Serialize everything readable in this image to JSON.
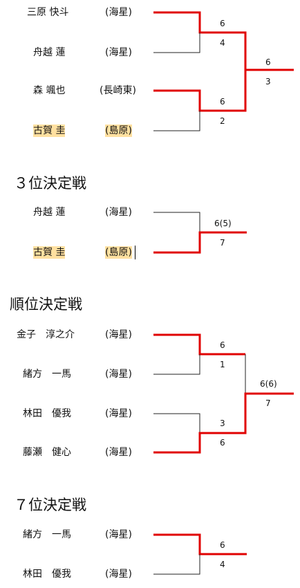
{
  "accent_color": "#e00000",
  "highlight_color": "#ffe0a0",
  "section_top": {
    "players": [
      {
        "name": "三原 快斗",
        "school": "(海星)"
      },
      {
        "name": "舟越 蓮",
        "school": "(海星)"
      },
      {
        "name": "森 颯也",
        "school": "(長崎東)"
      },
      {
        "name": "古賀 圭",
        "school": "(島原)"
      }
    ],
    "scores": {
      "m1_top": "6",
      "m1_bottom": "4",
      "m2_top": "6",
      "m2_bottom": "2",
      "final_top": "6",
      "final_bottom": "3"
    }
  },
  "section_3rd": {
    "title": "３位決定戦",
    "players": [
      {
        "name": "舟越 蓮",
        "school": "(海星)"
      },
      {
        "name": "古賀 圭",
        "school": "(島原)"
      }
    ],
    "scores": {
      "top": "6(5)",
      "bottom": "7"
    }
  },
  "section_ranking": {
    "title": "順位決定戦",
    "players": [
      {
        "name": "金子　淳之介",
        "school": "(海星)"
      },
      {
        "name": "緒方　一馬",
        "school": "(海星)"
      },
      {
        "name": "林田　優我",
        "school": "(海星)"
      },
      {
        "name": "藤瀬　健心",
        "school": "(海星)"
      }
    ],
    "scores": {
      "m1_top": "6",
      "m1_bottom": "1",
      "m2_top": "3",
      "m2_bottom": "6",
      "final_top": "6(6)",
      "final_bottom": "7"
    }
  },
  "section_7th": {
    "title": "７位決定戦",
    "players": [
      {
        "name": "緒方　一馬",
        "school": "(海星)"
      },
      {
        "name": "林田　優我",
        "school": "(海星)"
      }
    ],
    "scores": {
      "top": "6",
      "bottom": "4"
    }
  }
}
